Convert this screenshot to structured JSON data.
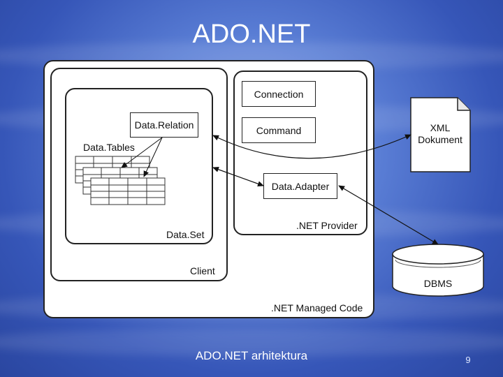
{
  "slide": {
    "title": "ADO.NET",
    "footer": "ADO.NET arhitektura",
    "page_number": "9"
  },
  "diagram": {
    "managed_code_label": ".NET Managed Code",
    "client_label": "Client",
    "dataset_label": "Data.Set",
    "datatables_label": "Data.Tables",
    "datarelation_label": "Data.Relation",
    "provider_label": ".NET Provider",
    "connection_label": "Connection",
    "command_label": "Command",
    "dataadapter_label": "Data.Adapter",
    "xml_label_line1": "XML",
    "xml_label_line2": "Dokument",
    "dbms_label": "DBMS"
  }
}
